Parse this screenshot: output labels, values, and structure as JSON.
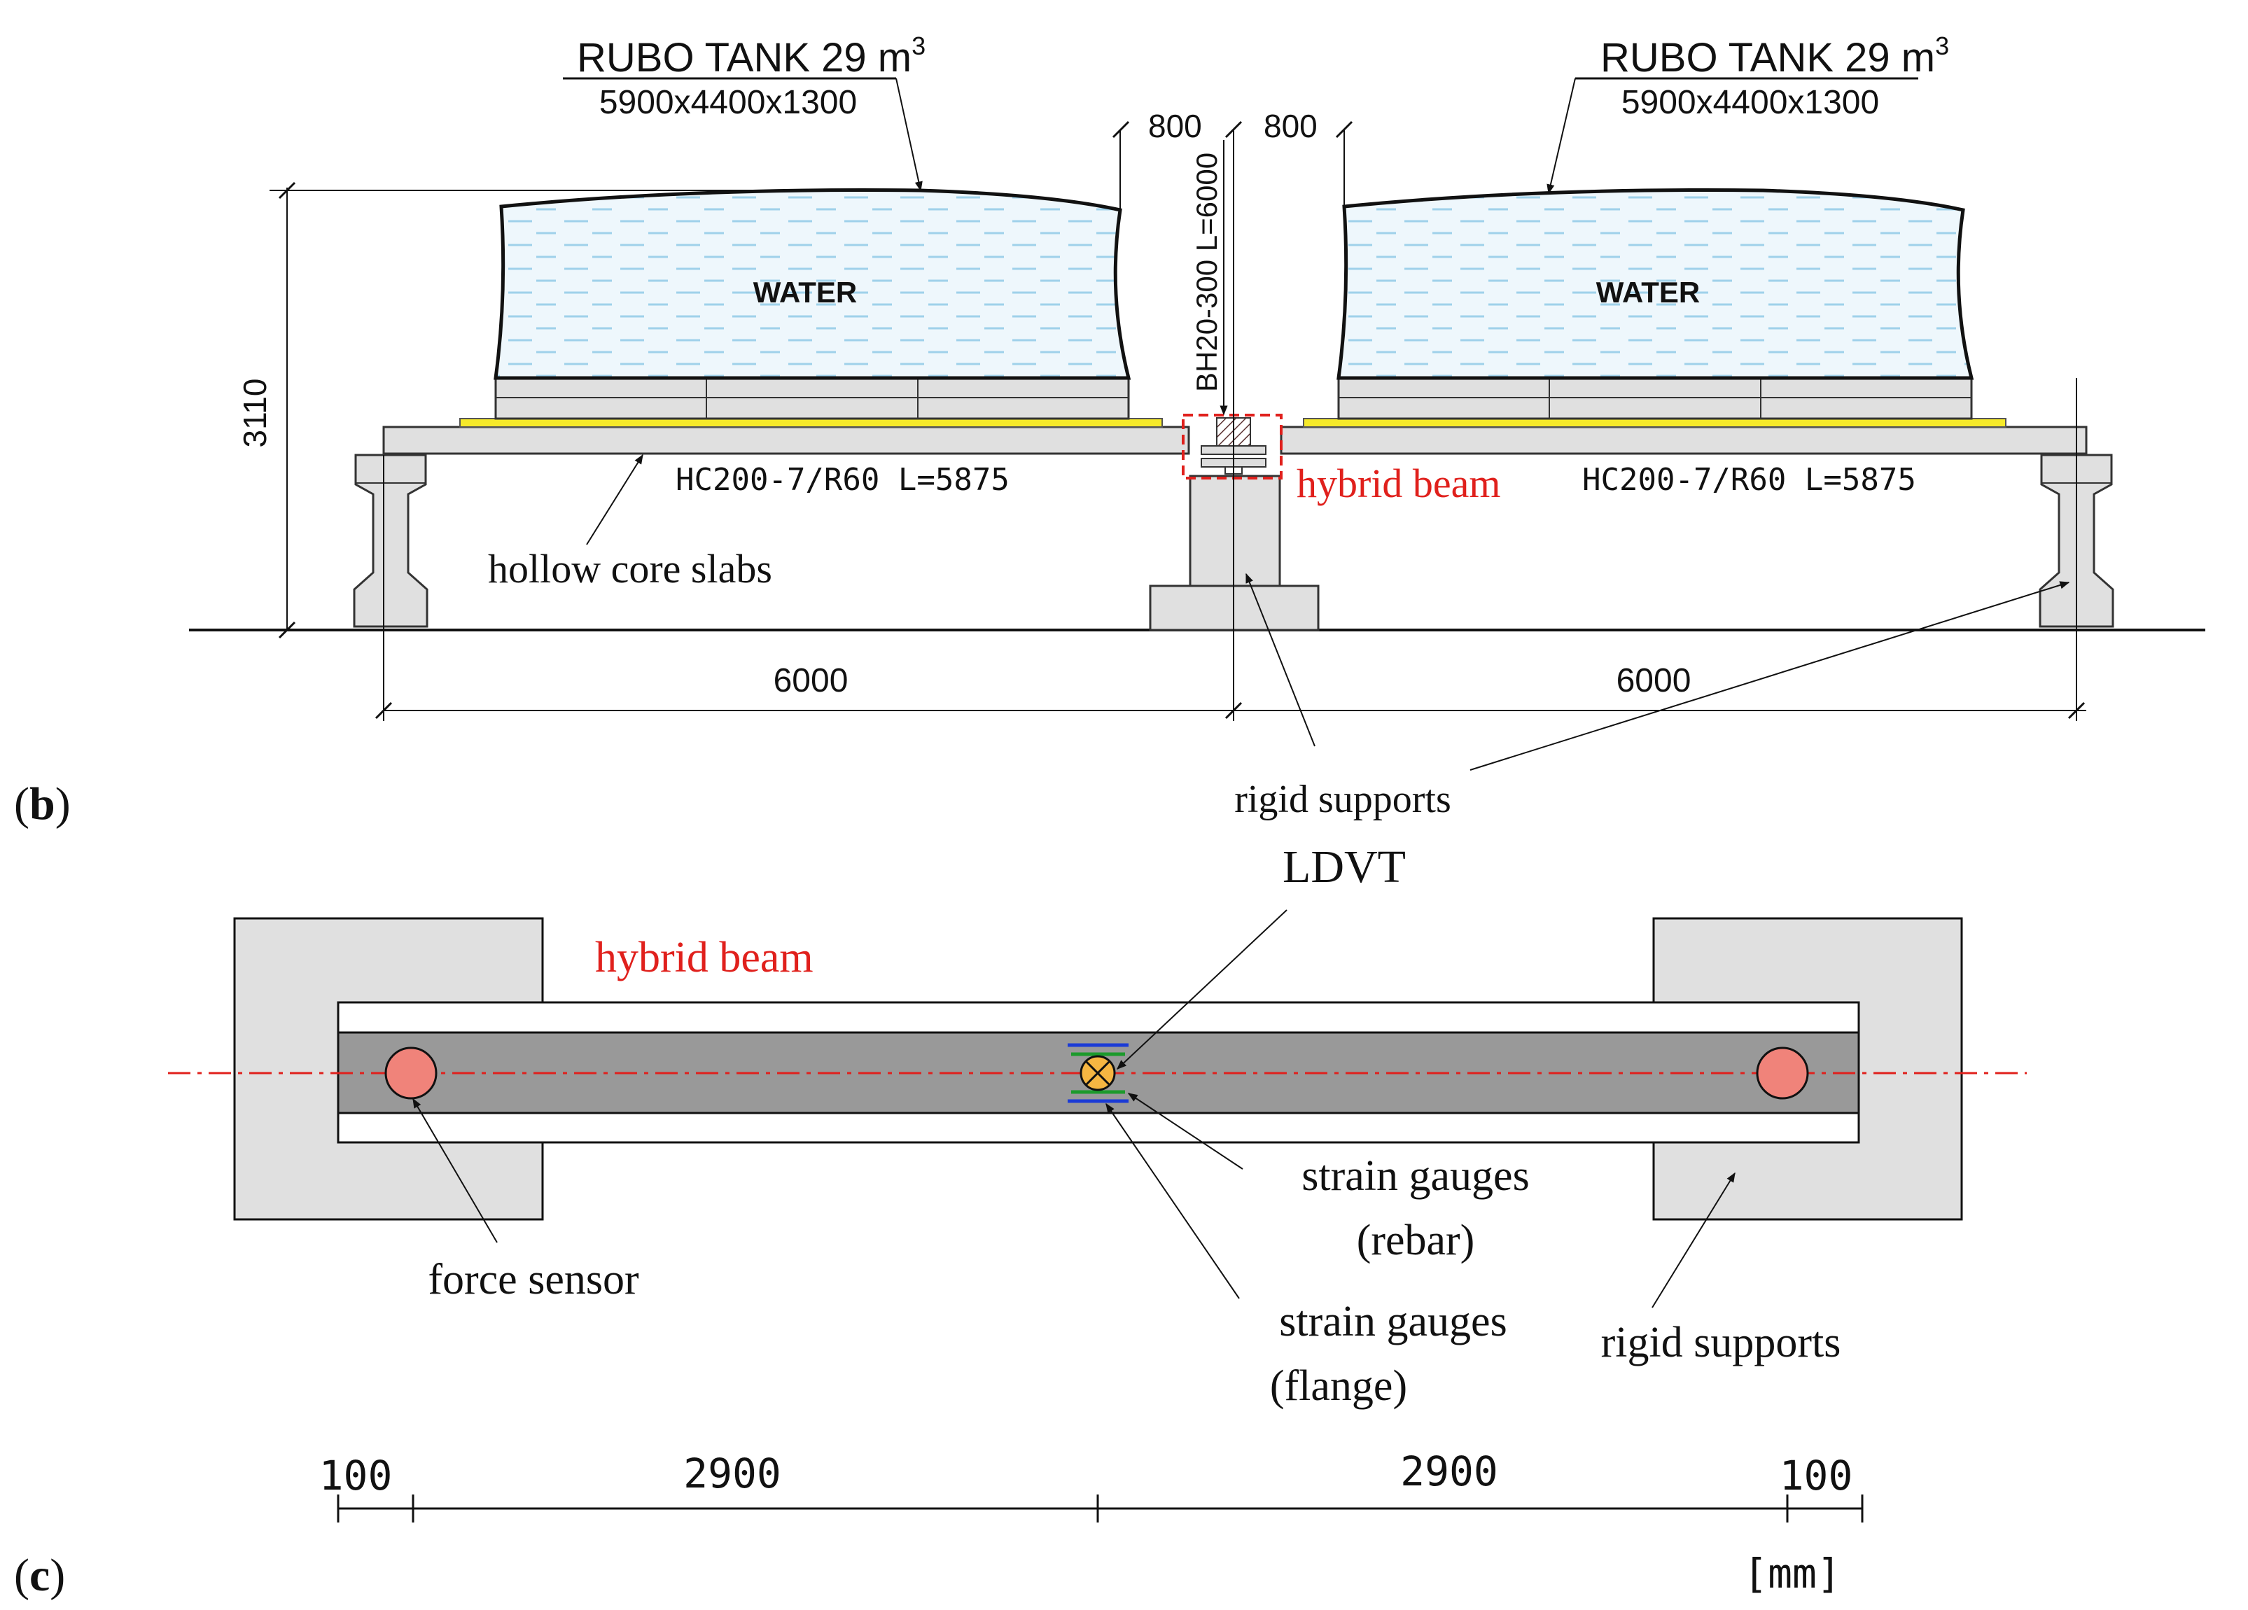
{
  "panel_b": {
    "label_letter": "b",
    "tank_left": {
      "title": "RUBO TANK 29 m",
      "title_sup": "3",
      "dims": "5900x4400x1300",
      "content": "WATER"
    },
    "tank_right": {
      "title": "RUBO TANK 29 m",
      "title_sup": "3",
      "dims": "5900x4400x1300",
      "content": "WATER"
    },
    "gap_left": "800",
    "gap_right": "800",
    "beam_spec": "BH20-300 L=6000",
    "height_dim": "3110",
    "slab_left_spec": "HC200-7/R60 L=5875",
    "slab_right_spec": "HC200-7/R60 L=5875",
    "hybrid_beam_label": "hybrid beam",
    "hollow_core_label": "hollow core slabs",
    "span_left": "6000",
    "span_right": "6000",
    "rigid_supports_label": "rigid supports"
  },
  "panel_c": {
    "label_letter": "c",
    "ldvt_label": "LDVT",
    "hybrid_beam_label": "hybrid beam",
    "force_sensor_label": "force sensor",
    "strain_rebar_line1": "strain gauges",
    "strain_rebar_line2": "(rebar)",
    "strain_flange_line1": "strain gauges",
    "strain_flange_line2": "(flange)",
    "rigid_supports_label": "rigid supports",
    "dims": [
      "100",
      "2900",
      "2900",
      "100"
    ],
    "unit": "[mm]"
  },
  "colors": {
    "accent_red": "#e0201c",
    "water_fill": "#eef7fc",
    "water_dash": "#9fd1ea",
    "pad_yellow": "#f6ea2a",
    "concrete": "#e0e0e0",
    "beam_dark": "#999999",
    "sensor": "#f0837a",
    "ldvt": "#f5b642",
    "gauge_blue": "#1b3bd6",
    "gauge_green": "#1c9a2c"
  }
}
